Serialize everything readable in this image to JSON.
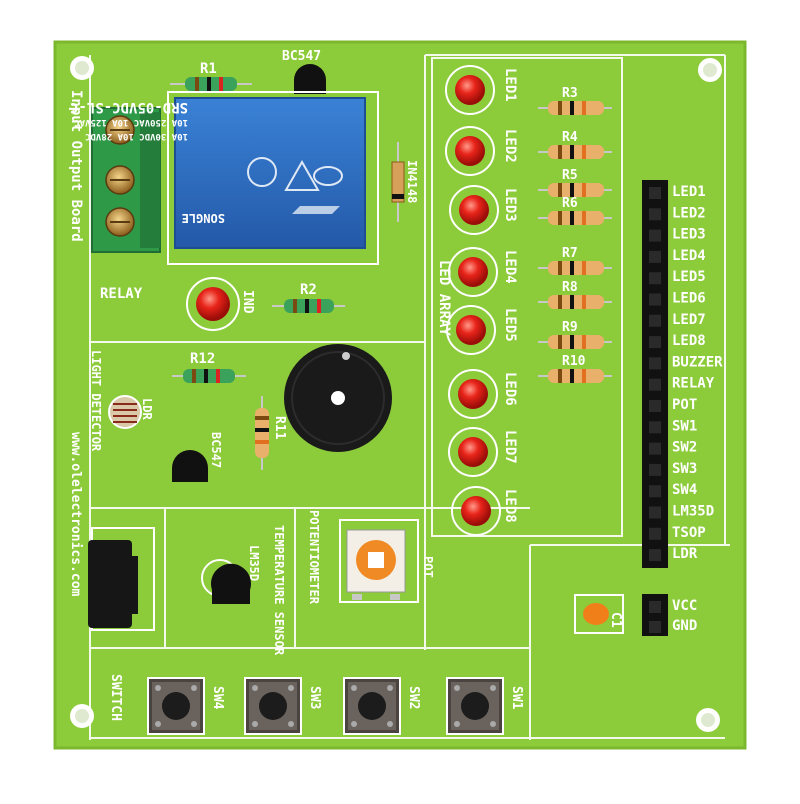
{
  "board": {
    "title": "Input Output Board",
    "website": "www.olelectronics.com",
    "colors": {
      "pcb": "#8ccb3a",
      "silk": "#ffffff",
      "relay": "#2d6fc2",
      "terminal": "#2e9a48",
      "led": "#e0201a"
    }
  },
  "relay": {
    "r1": "R1",
    "transistor": "BC547",
    "body_lines": [
      "SRD-05VDC-SL-C",
      "10A 250VAC  10A 125VAC",
      "10A  30VDC  10A  28VDC",
      "SONGLE"
    ],
    "diode": "IN4148",
    "section_label": "RELAY",
    "ind_label": "IND",
    "r2": "R2"
  },
  "leds": {
    "labels": [
      "LED1",
      "LED2",
      "LED3",
      "LED4",
      "LED5",
      "LED6",
      "LED7",
      "LED8"
    ],
    "array_label": "LED ARRAY",
    "resistors": [
      "R3",
      "R4",
      "R5",
      "R6",
      "R7",
      "R8",
      "R9",
      "R10"
    ]
  },
  "header": {
    "pins": [
      "LED1",
      "LED2",
      "LED3",
      "LED4",
      "LED5",
      "LED6",
      "LED7",
      "LED8",
      "BUZZER",
      "RELAY",
      "POT",
      "SW1",
      "SW2",
      "SW3",
      "SW4",
      "LM35D",
      "TSOP",
      "LDR"
    ],
    "power_pins": [
      "VCC",
      "GND"
    ],
    "capacitor": "C1"
  },
  "light": {
    "r12": "R12",
    "title": "LIGHT DETECTOR",
    "ldr": "LDR",
    "transistor": "BC547",
    "r11": "R11"
  },
  "sensors": {
    "temp_title": "TEMPERATURE SENSOR",
    "temp_part": "LM35D",
    "pot_title": "POTENTIOMETER",
    "pot_label": "POT"
  },
  "switches": {
    "section_label": "SWITCH",
    "labels": [
      "SW4",
      "SW3",
      "SW2",
      "SW1"
    ]
  }
}
